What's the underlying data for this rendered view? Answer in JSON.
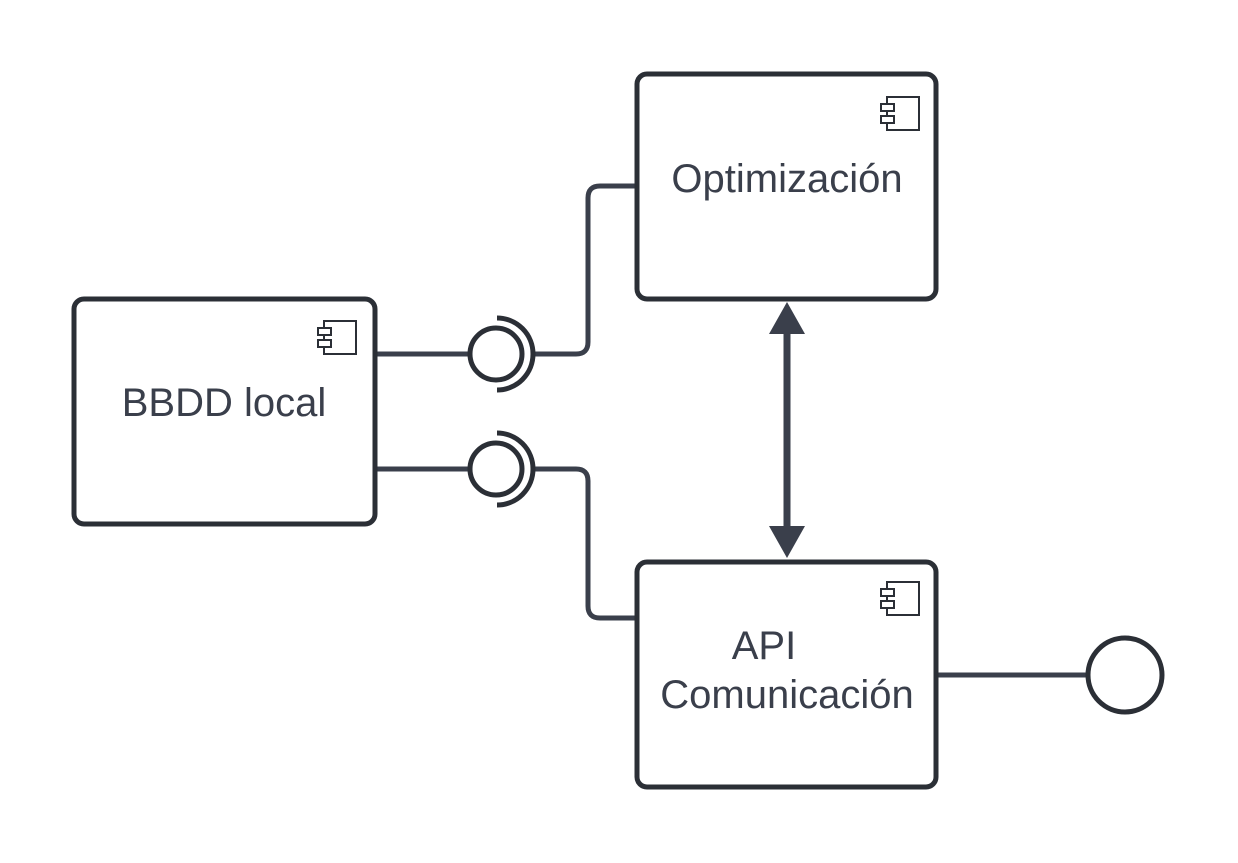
{
  "components": [
    {
      "id": "bbdd",
      "lines": [
        "BBDD local"
      ]
    },
    {
      "id": "optimizacion",
      "lines": [
        "Optimización"
      ]
    },
    {
      "id": "api",
      "lines": [
        "API",
        "Comunicación"
      ]
    }
  ],
  "colors": {
    "stroke": "#2b2f36",
    "connector": "#3a3f4b",
    "text": "#3a3f4b",
    "background": "#ffffff"
  },
  "icons": {
    "component": "uml-component-icon"
  }
}
